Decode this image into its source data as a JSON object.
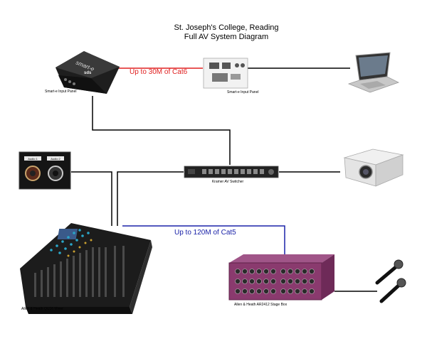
{
  "title": {
    "line1": "St. Joseph's College, Reading",
    "line2": "Full AV System Diagram"
  },
  "devices": {
    "input_panel_a": {
      "label": "Smart-e Input Panel",
      "brand": "smart-e",
      "logo": "sds"
    },
    "input_panel_b": {
      "label": "Smart-e Input Panel"
    },
    "laptop": {
      "label": ""
    },
    "audio_panel": {
      "label": "",
      "left_socket": "Audio 1",
      "right_socket": "Audio 2"
    },
    "switcher": {
      "label": "Kramer AV Switcher"
    },
    "projector": {
      "label": ""
    },
    "mixer": {
      "label": "Allen & Heath QU16 Mixer"
    },
    "stage_box": {
      "label": "Allen & Heath AR2412 Stage Box"
    },
    "microphones": {
      "label": ""
    }
  },
  "links": {
    "cat6": {
      "label": "Up to 30M of Cat6",
      "color": "#e02020"
    },
    "cat5": {
      "label": "Up to 120M of Cat5",
      "color": "#1a22a8"
    },
    "default_color": "#000000"
  },
  "colors": {
    "stage_box": "#8a3a6e",
    "device_dark": "#2a2a2a"
  }
}
